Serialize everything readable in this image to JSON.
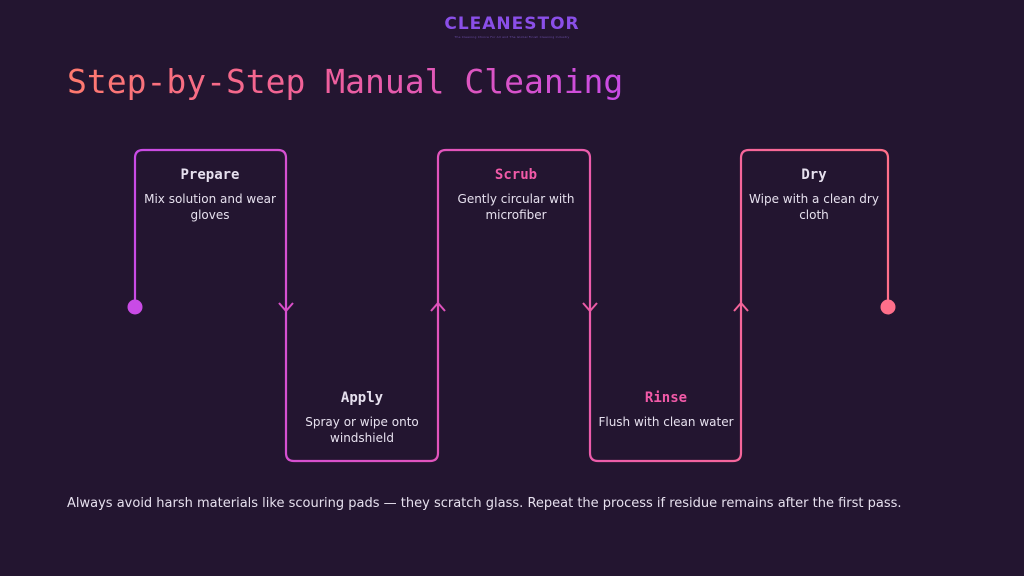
{
  "brand": {
    "name": "CLEANESTOR",
    "tagline": "The Cleaning Choice For All and The Global Finish Cleaning Industry"
  },
  "title": "Step-by-Step Manual Cleaning",
  "steps": [
    {
      "title": "Prepare",
      "desc": "Mix solution and wear gloves"
    },
    {
      "title": "Apply",
      "desc": "Spray or wipe onto windshield"
    },
    {
      "title": "Scrub",
      "desc": "Gently circular with microfiber"
    },
    {
      "title": "Rinse",
      "desc": "Flush with clean water"
    },
    {
      "title": "Dry",
      "desc": "Wipe with a clean dry cloth"
    }
  ],
  "footnote": "Always avoid harsh materials like scouring pads — they scratch glass. Repeat the process if residue remains after the first pass.",
  "colors": {
    "background": "#231530",
    "gradient_start": "#c94be6",
    "gradient_end": "#ff6f8a",
    "text": "#e6e0ee",
    "accent_pink": "#f25aa8"
  }
}
